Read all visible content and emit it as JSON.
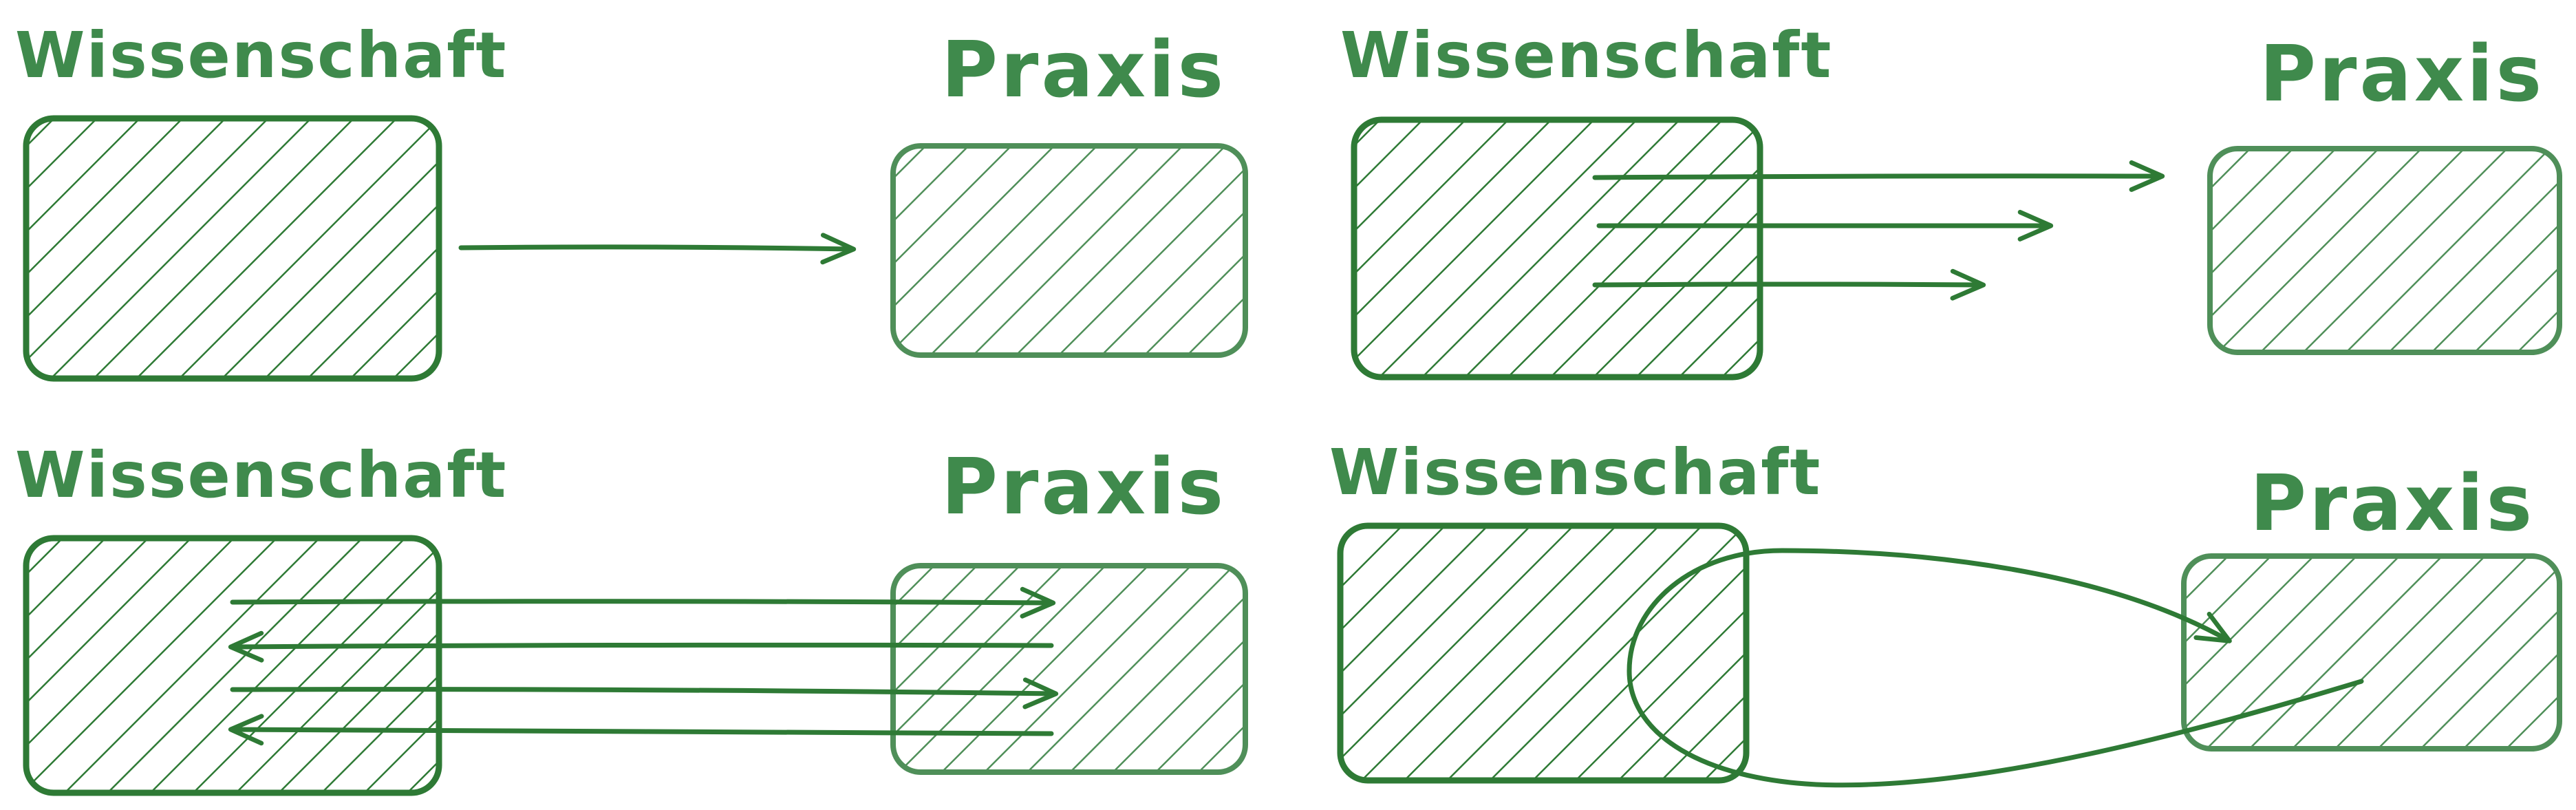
{
  "colors": {
    "dark_green": "#2e7a35",
    "mid_green": "#3f8a4c",
    "light_green": "#4f8f59",
    "background": "#ffffff"
  },
  "panels": [
    {
      "science_label": "Wissenschaft",
      "practice_label": "Praxis"
    },
    {
      "science_label": "Wissenschaft",
      "practice_label": "Praxis"
    },
    {
      "science_label": "Wissenschaft",
      "practice_label": "Praxis"
    },
    {
      "science_label": "Wissenschaft",
      "practice_label": "Praxis"
    }
  ]
}
